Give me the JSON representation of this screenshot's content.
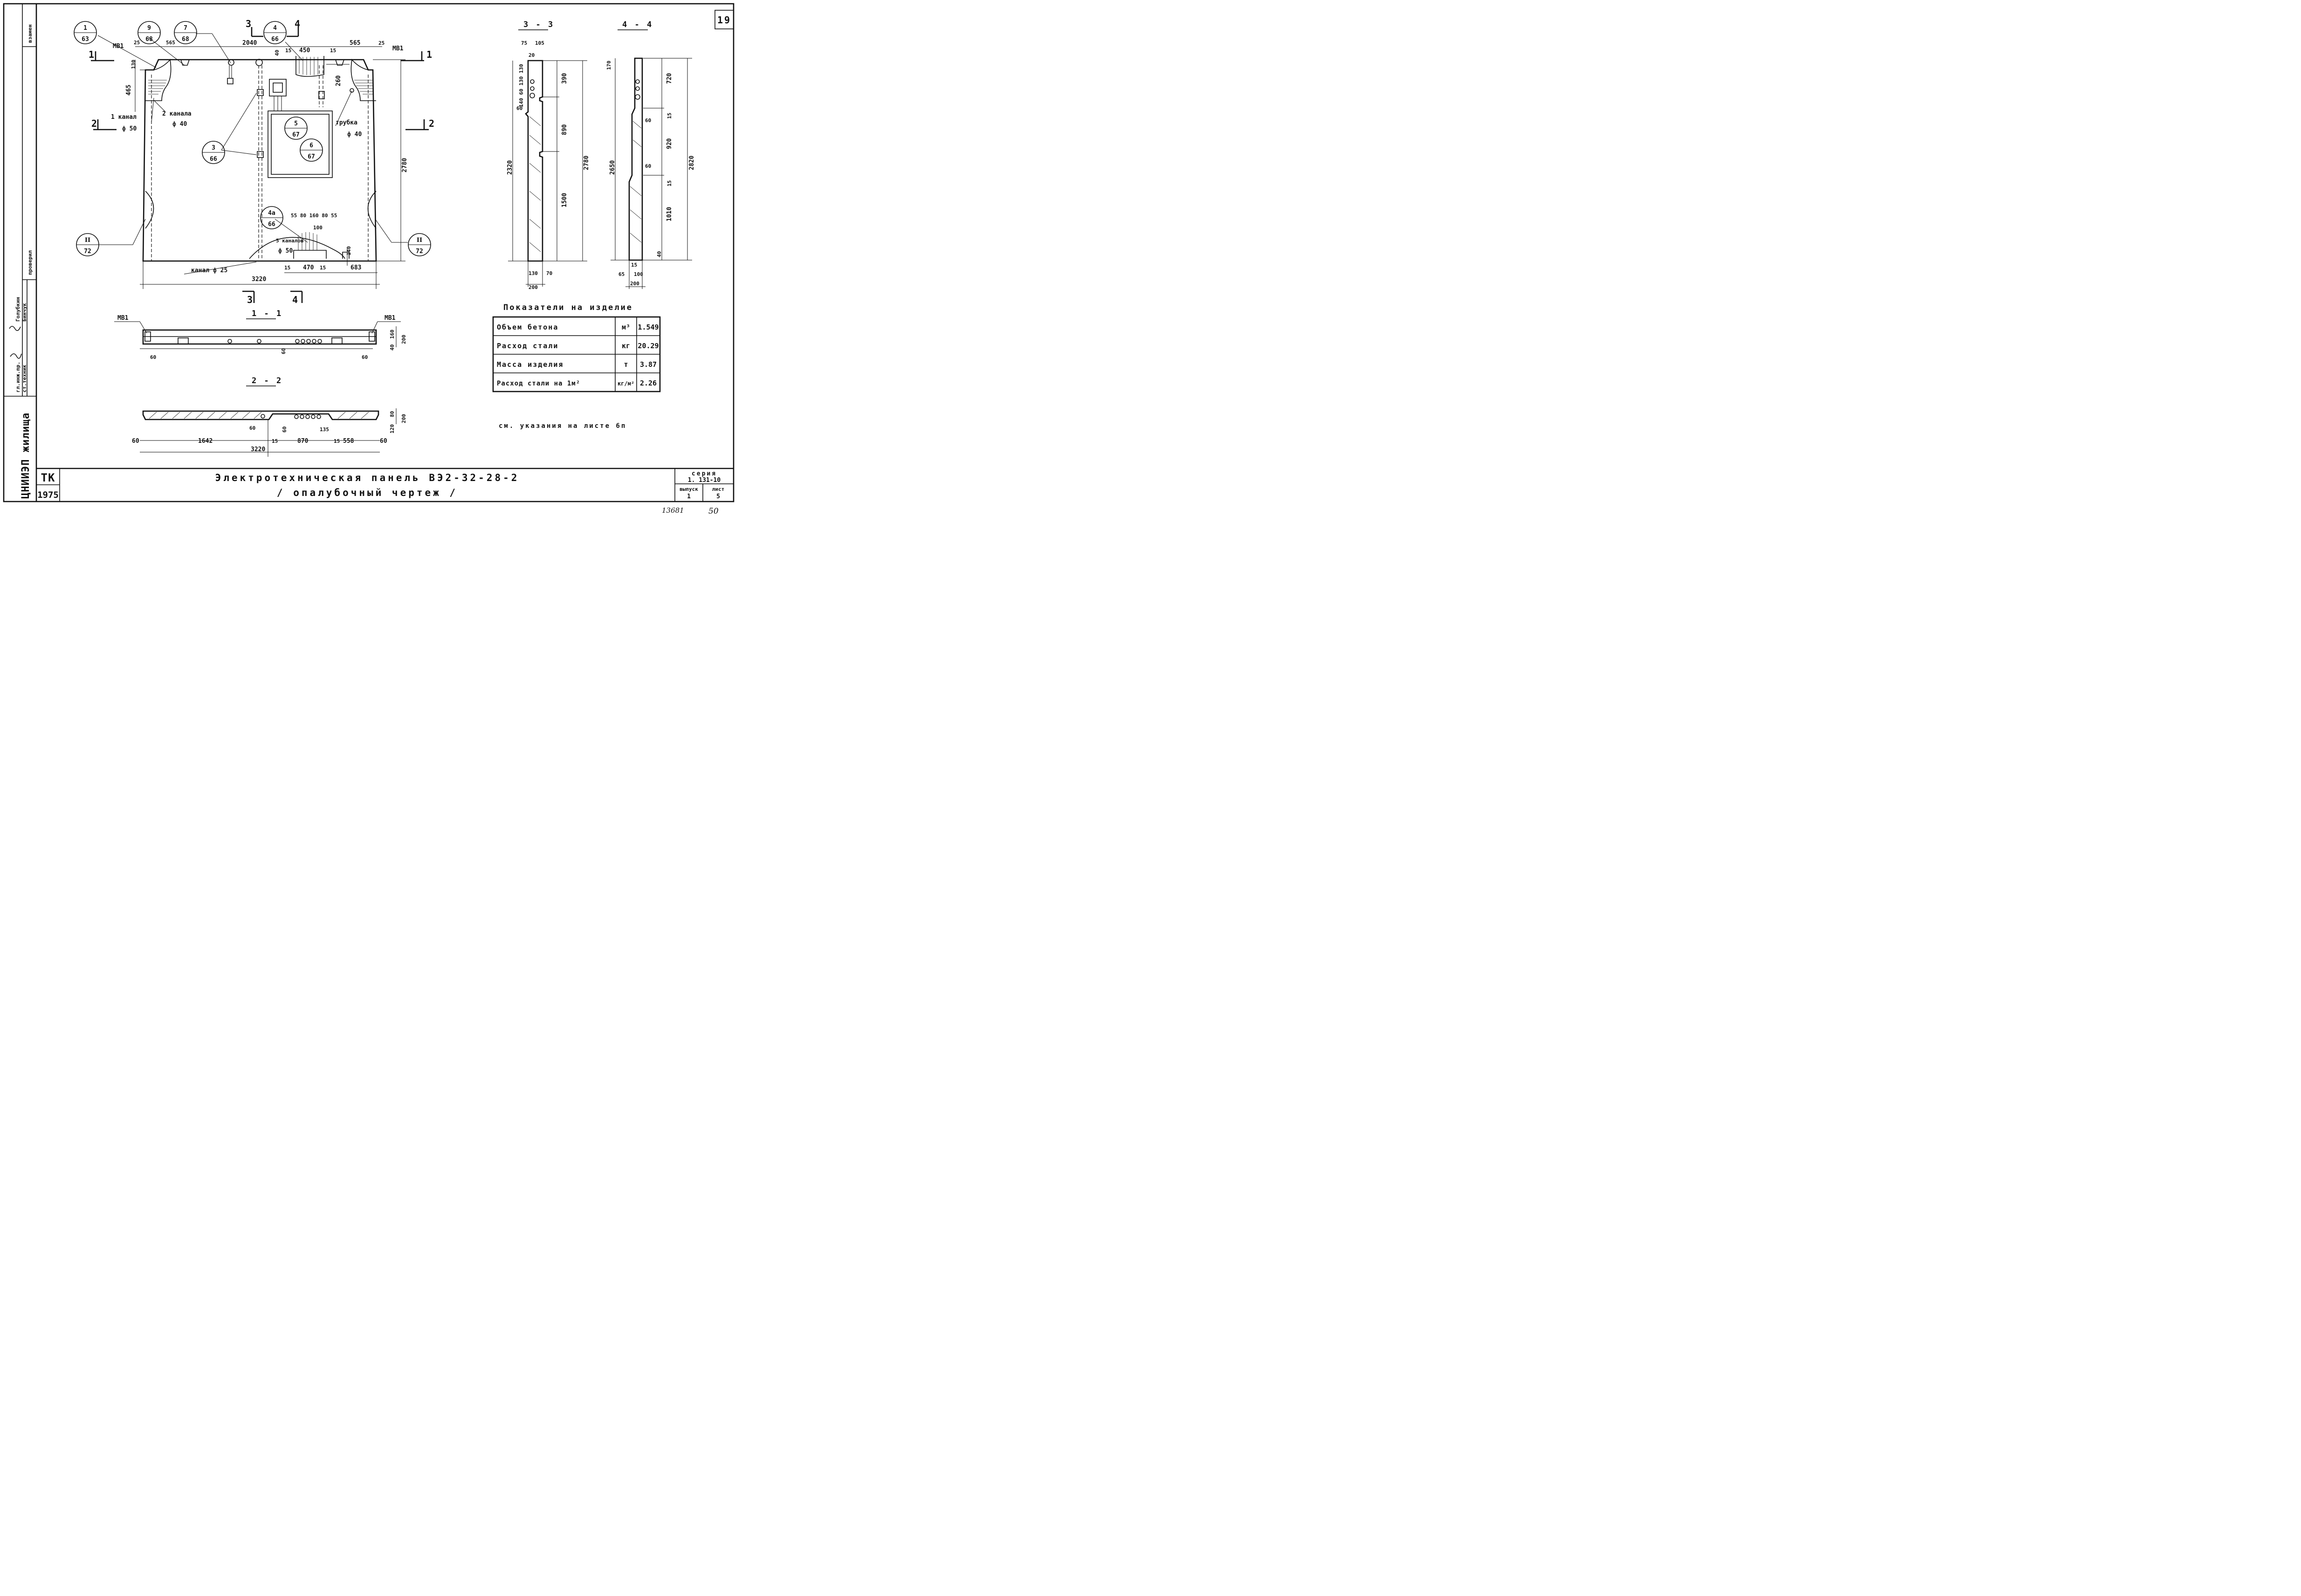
{
  "sheet": {
    "sheet_number": "19",
    "title_line1": "Электротехническая панель ВЭ2-32-28-2",
    "title_line2": "/ опалубочный чертеж /",
    "org_code": "ТК",
    "year": "1975",
    "institute": "ЦНИИЭП жилища",
    "series_label": "серия",
    "series_value": "1. 131-10",
    "issue_label": "выпуск",
    "issue_value": "1",
    "page_label": "лист",
    "page_value": "5",
    "handwritten_1": "13681",
    "handwritten_2": "50",
    "note": "см. указания на листе 6п"
  },
  "side_stamp": {
    "vzamen": "взамен",
    "proveril": "проверил",
    "role1": "гл.инж.пр.",
    "role2": "ст.техник",
    "name1": "Голубкин",
    "name2": "Бинчук"
  },
  "front_view": {
    "callouts": [
      {
        "top": "1",
        "bottom": "63"
      },
      {
        "top": "9",
        "bottom": "68"
      },
      {
        "top": "7",
        "bottom": "68"
      },
      {
        "top": "4",
        "bottom": "66"
      },
      {
        "top": "5",
        "bottom": "67"
      },
      {
        "top": "6",
        "bottom": "67"
      },
      {
        "top": "3",
        "bottom": "66"
      },
      {
        "top": "4а",
        "bottom": "66"
      },
      {
        "top": "II",
        "bottom": "72"
      },
      {
        "top": "II",
        "bottom": "72"
      }
    ],
    "labels": {
      "mb1_left": "МВ1",
      "mb1_right": "МВ1",
      "channel1": "1 канал",
      "channel1_d": "ф 50",
      "channel2": "2 канала",
      "channel2_d": "ф 40",
      "tube": "трубка",
      "tube_d": "ф 40",
      "channel5": "5 каналов",
      "channel5_d": "ф 50",
      "channel25": "канал ф 25"
    },
    "section_marks": [
      "1",
      "1",
      "2",
      "2",
      "3",
      "3",
      "4",
      "4"
    ],
    "dims": {
      "d25a": "25",
      "d565a": "565",
      "d2040": "2040",
      "d565b": "565",
      "d25b": "25",
      "d40": "40",
      "d15a": "15",
      "d450": "450",
      "d15b": "15",
      "d130": "130",
      "d465": "465",
      "d260": "260",
      "d2780": "2780",
      "d55_row": "55 80 160 80 55",
      "d100": "100",
      "d140": "140",
      "d15c": "15",
      "d470": "470",
      "d15d": "15",
      "d683": "683",
      "d3220": "3220"
    }
  },
  "section_1_1": {
    "heading": "1 - 1",
    "mb1_left": "МВ1",
    "mb1_right": "МВ1",
    "d60a": "60",
    "d60b": "60",
    "d60c": "60",
    "d40": "40",
    "d160": "160",
    "d200": "200"
  },
  "section_2_2": {
    "heading": "2 - 2",
    "d60a": "60",
    "d1642": "1642",
    "d15a": "15",
    "d870": "870",
    "d15b": "15",
    "d558": "558",
    "d60b": "60",
    "d3220": "3220",
    "d60c": "60",
    "d60d": "60",
    "d135": "135",
    "d80": "80",
    "d120": "120",
    "d200": "200"
  },
  "section_3_3": {
    "heading": "3 - 3",
    "d75": "75",
    "d105": "105",
    "d20": "20",
    "d_left_stack": "140 60 130 130",
    "d60": "60",
    "d390": "390",
    "d890": "890",
    "d1500": "1500",
    "d2780": "2780",
    "d2320": "2320",
    "d130": "130",
    "d70": "70",
    "d200": "200"
  },
  "section_4_4": {
    "heading": "4 - 4",
    "d170": "170",
    "d720": "720",
    "d15a": "15",
    "d60a": "60",
    "d920": "920",
    "d60b": "60",
    "d15b": "15",
    "d1010": "1010",
    "d40": "40",
    "d2650": "2650",
    "d2820": "2820",
    "d15c": "15",
    "d65": "65",
    "d100": "100",
    "d200": "200"
  },
  "indicators": {
    "heading": "Показатели на изделие",
    "rows": [
      {
        "name": "Объем бетона",
        "unit": "м³",
        "value": "1.549"
      },
      {
        "name": "Расход стали",
        "unit": "кг",
        "value": "20.29"
      },
      {
        "name": "Масса изделия",
        "unit": "т",
        "value": "3.87"
      },
      {
        "name": "Расход стали на 1м²",
        "unit": "кг/м²",
        "value": "2.26"
      }
    ]
  }
}
